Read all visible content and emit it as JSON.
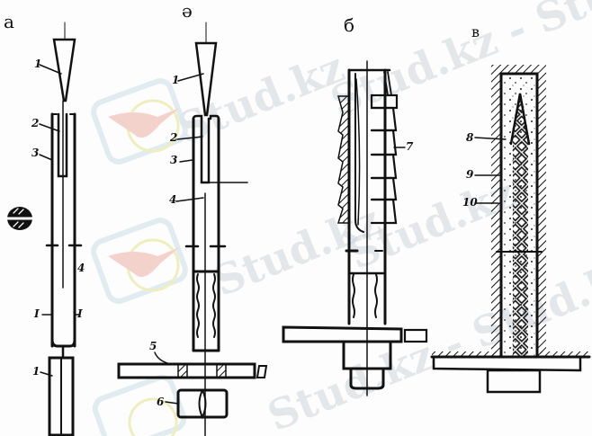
{
  "watermark": {
    "text": "Stud.kz",
    "text_full": "Stud.kz - Stud.kz",
    "color": "#cfd6dc"
  },
  "panels": [
    {
      "id": "a",
      "label": "а"
    },
    {
      "id": "ae",
      "label": "ә"
    },
    {
      "id": "b",
      "label": "б"
    },
    {
      "id": "v",
      "label": "в"
    }
  ],
  "callouts": {
    "a": [
      "1",
      "2",
      "3",
      "4",
      "I",
      "I",
      "1"
    ],
    "ae": [
      "1",
      "2",
      "3",
      "4",
      "5",
      "6"
    ],
    "b": [
      "7"
    ],
    "v": [
      "8",
      "9",
      "10"
    ]
  },
  "colors": {
    "ink": "#111111",
    "paper": "#fdfdfd",
    "logo_red": "#f2b8b8",
    "logo_yellow": "#ecebb0",
    "logo_frame": "#dbe9ee"
  }
}
